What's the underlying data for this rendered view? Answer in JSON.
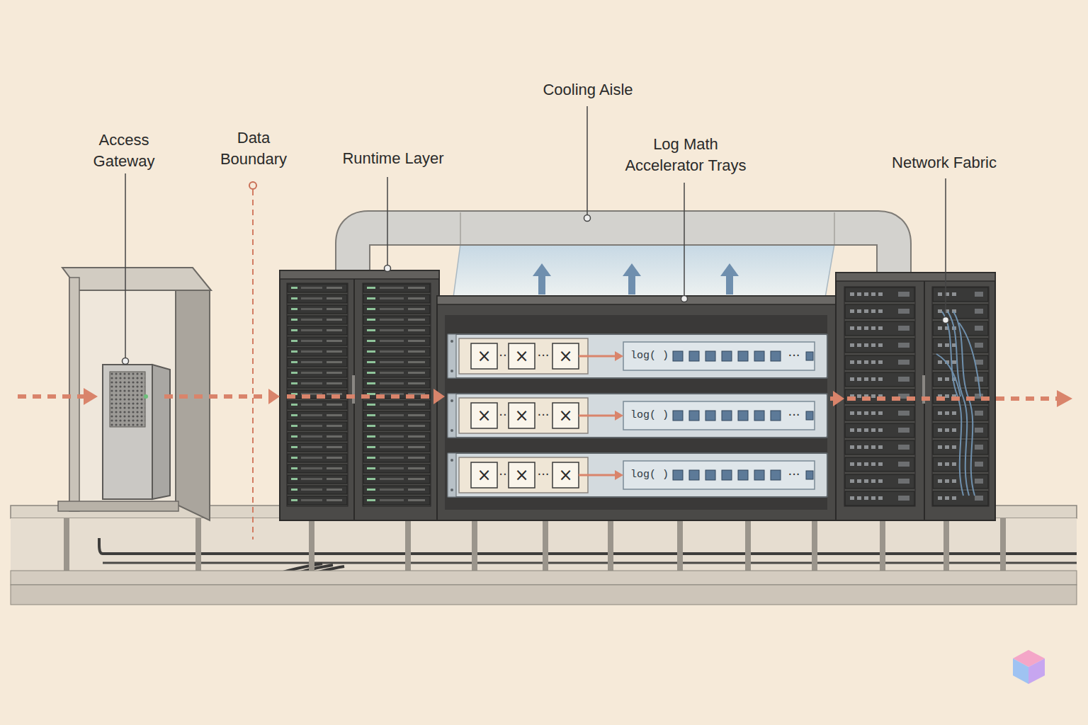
{
  "diagram": {
    "nodes": [
      {
        "text": [
          "Access Gateway"
        ]
      },
      {
        "text": [
          "Runtime Layer"
        ]
      },
      {
        "text": [
          "Cooling Aisle"
        ]
      },
      {
        "text": [
          "Log Math Accelerator Trays"
        ]
      },
      {
        "text": [
          "×"
        ],
        "in": 3
      },
      {
        "text": [
          "×"
        ],
        "in": 3
      },
      {
        "text": [
          "×"
        ],
        "in": 3
      },
      {
        "text": [
          "log( )"
        ],
        "in": 3
      },
      {
        "text": [
          "×"
        ],
        "in": 3
      },
      {
        "text": [
          "×"
        ],
        "in": 3
      },
      {
        "text": [
          "×"
        ],
        "in": 3
      },
      {
        "text": [
          "log( )"
        ],
        "in": 3
      },
      {
        "text": [
          "×"
        ],
        "in": 3
      },
      {
        "text": [
          "×"
        ],
        "in": 3
      },
      {
        "text": [
          "×"
        ],
        "in": 3
      },
      {
        "text": [
          "log( )"
        ],
        "in": 3
      },
      {
        "text": [
          "Network Fabric"
        ]
      }
    ],
    "edges": [
      {
        "from": 0,
        "to": 1,
        "arrow": "to"
      },
      {
        "from": 1,
        "to": 3,
        "arrow": "to"
      },
      {
        "from": 3,
        "to": 16,
        "arrow": "to"
      },
      {
        "from": 6,
        "to": 7,
        "arrow": "to"
      },
      {
        "from": 10,
        "to": 11,
        "arrow": "to"
      },
      {
        "from": 14,
        "to": 15,
        "arrow": "to"
      }
    ],
    "labels": [
      "Data Boundary",
      "··",
      "···",
      "···",
      "··",
      "···",
      "···",
      "··",
      "···",
      "···"
    ]
  }
}
